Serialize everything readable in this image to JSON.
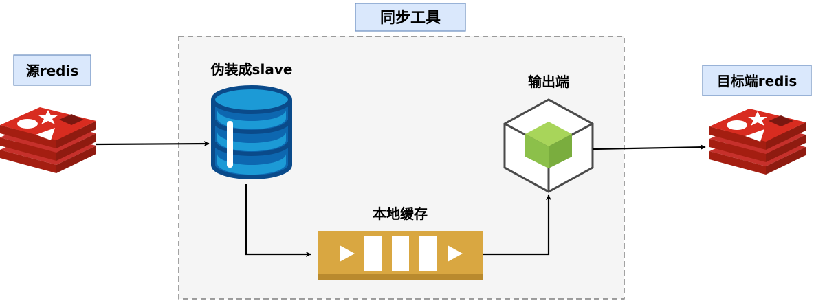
{
  "diagram": {
    "tool_title": "同步工具",
    "source": {
      "label": "源redis"
    },
    "target": {
      "label": "目标端redis"
    },
    "slave": {
      "label": "伪装成slave"
    },
    "cache": {
      "label": "本地缓存"
    },
    "output": {
      "label": "输出端"
    }
  },
  "colors": {
    "redis_red": "#c6302b",
    "redis_dark": "#a41e11",
    "db_blue": "#1c9ad6",
    "db_outline": "#0a4a8a",
    "queue_gold": "#d9a741",
    "node_green": "#8cc04a",
    "label_bg": "#dae8fc",
    "label_border": "#6c8ebf",
    "container_bg": "#f5f5f5"
  },
  "icons": {
    "source": "redis-logo-icon",
    "target": "redis-logo-icon",
    "slave": "database-icon",
    "cache": "queue-icon",
    "output": "cube-node-icon"
  }
}
